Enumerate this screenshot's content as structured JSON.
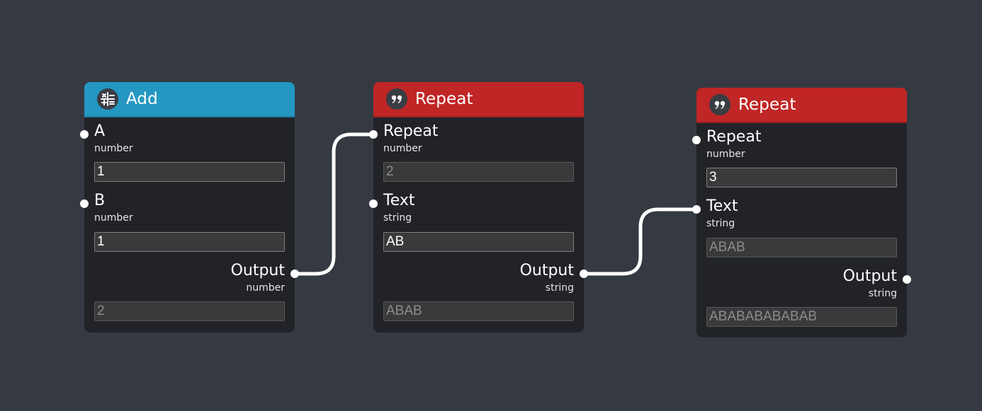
{
  "colors": {
    "canvas": "#353a42",
    "node_body": "#212327",
    "add_header": "#2497c2",
    "repeat_header": "#c02626",
    "wire": "#ffffff"
  },
  "nodes": [
    {
      "title": "Add",
      "icon": "sum-icon",
      "inputs": [
        {
          "label": "A",
          "type": "number",
          "value": "1"
        },
        {
          "label": "B",
          "type": "number",
          "value": "1"
        }
      ],
      "output": {
        "label": "Output",
        "type": "number",
        "value": "2"
      }
    },
    {
      "title": "Repeat",
      "icon": "quote-icon",
      "inputs": [
        {
          "label": "Repeat",
          "type": "number",
          "value": "2"
        },
        {
          "label": "Text",
          "type": "string",
          "value": "AB"
        }
      ],
      "output": {
        "label": "Output",
        "type": "string",
        "value": "ABAB"
      }
    },
    {
      "title": "Repeat",
      "icon": "quote-icon",
      "inputs": [
        {
          "label": "Repeat",
          "type": "number",
          "value": "3"
        },
        {
          "label": "Text",
          "type": "string",
          "value": "ABAB"
        }
      ],
      "output": {
        "label": "Output",
        "type": "string",
        "value": "ABABABABABAB"
      }
    }
  ]
}
